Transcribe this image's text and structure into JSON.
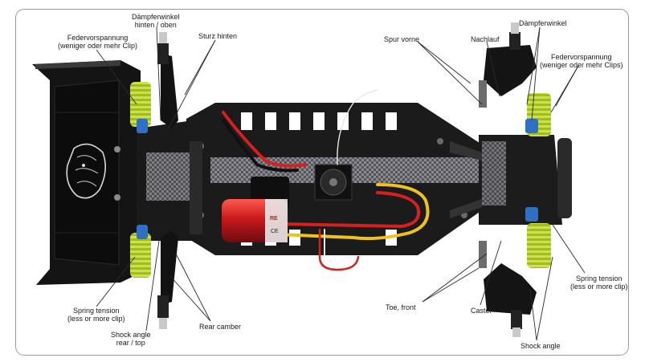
{
  "colors": {
    "frame": "#9a9a9a",
    "chassis": "#1b1b1b",
    "wing": "#141414",
    "spring": "#b7d12e",
    "shock_body": "#2f6fc4",
    "motor": "#c8181e",
    "wire_red": "#d71f1f",
    "wire_yellow": "#f0c21b",
    "carbon": "#6f6f74",
    "leader": "#2a2a2a"
  },
  "labels": {
    "daempferwinkel_rear": {
      "line1": "Dämpferwinkel",
      "line2": "hinten / oben"
    },
    "federvorspannung_rear": {
      "line1": "Federvorspannung",
      "line2": "(weniger oder mehr Clip)"
    },
    "sturz_hinten": {
      "line1": "Sturz hinten"
    },
    "spring_tension_rear": {
      "line1": "Spring tension",
      "line2": "(less or more clip)"
    },
    "shock_angle_rear": {
      "line1": "Shock angle",
      "line2": "rear / top"
    },
    "rear_camber": {
      "line1": "Rear camber"
    },
    "spur_vorne": {
      "line1": "Spur vorne"
    },
    "nachlauf": {
      "line1": "Nachlauf"
    },
    "daempferwinkel_front": {
      "line1": "Dämpferwinkel"
    },
    "federvorspannung_front": {
      "line1": "Federvorspannung",
      "line2": "(weniger oder mehr Clips)"
    },
    "spring_tension_front": {
      "line1": "Spring tension",
      "line2": "(less or more clip)"
    },
    "toe_front": {
      "line1": "Toe, front"
    },
    "caster": {
      "line1": "Caster"
    },
    "shock_angle_front": {
      "line1": "Shock angle"
    }
  },
  "motor_marks": {
    "badge": "RE",
    "cert": "CE"
  }
}
